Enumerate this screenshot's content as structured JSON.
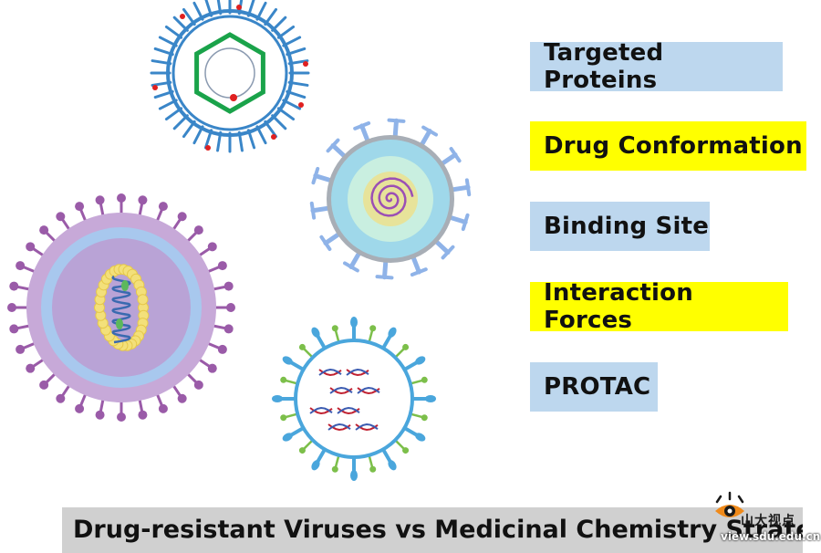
{
  "labels": [
    {
      "text": "Targeted Proteins",
      "color": "#bdd7ee"
    },
    {
      "text": "Drug Conformation",
      "color": "#ffff00"
    },
    {
      "text": "Binding Site",
      "color": "#bdd7ee"
    },
    {
      "text": "Interaction Forces",
      "color": "#ffff00"
    },
    {
      "text": "PROTAC",
      "color": "#bdd7ee"
    }
  ],
  "caption": "Drug-resistant Viruses vs Medicinal Chemistry Strategies",
  "watermark": {
    "text": "山大视点",
    "url": "view.sdu.edu.cn",
    "icon": "eye-logo-icon"
  },
  "colors": {
    "virus1_spikes": "#3a86c8",
    "virus1_capsid": "#1aa34a",
    "virus1_dots": "#e02020",
    "virus2_envelope": "#9fd8ea",
    "virus2_spikes": "#8fb3e8",
    "virus2_core": "#e7e39a",
    "virus3_outer": "#c7a9d8",
    "virus3_spikes": "#9a5ba8",
    "virus3_core": "#a8c8ee",
    "virus3_capsid_beads": "#f3e07a",
    "virus4_spikes_blue": "#4aa6dc",
    "virus4_spikes_green": "#7cbf4a",
    "virus4_dna": "#c02030"
  }
}
